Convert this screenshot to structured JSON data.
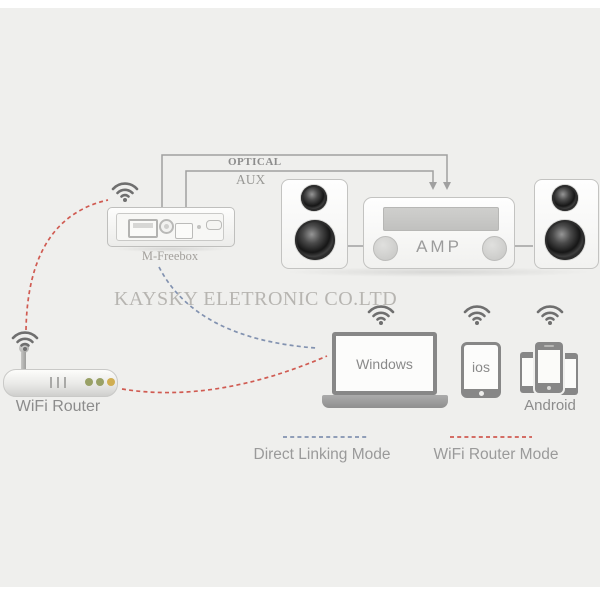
{
  "watermark": "KAYSKY ELETRONIC CO.LTD",
  "wires": {
    "optical": "OPTICAL",
    "aux": "AUX"
  },
  "devices": {
    "freebox_label": "M-Freebox",
    "amp_label": "AMP",
    "router_label": "WiFi Router",
    "laptop_label": "Windows",
    "tablet_label": "ios",
    "phones_label": "Android"
  },
  "legend": {
    "direct": {
      "label": "Direct Linking Mode",
      "color": "#8292b0"
    },
    "wifi_router": {
      "label": "WiFi Router Mode",
      "color": "#d05b52"
    }
  },
  "icons": {
    "wifi": "wifi-icon"
  },
  "colors": {
    "background": "#efefed",
    "line_gray": "#a0a0a0",
    "direct_blue": "#8292b0",
    "router_red": "#d05b52",
    "led_green": "#99a166",
    "led_amber": "#d0ae52",
    "text_gray": "#8c8c8c",
    "dark_device": "#878787",
    "icon_gray": "#6f6f6f",
    "watermark_gray": "#b7b5b1"
  }
}
